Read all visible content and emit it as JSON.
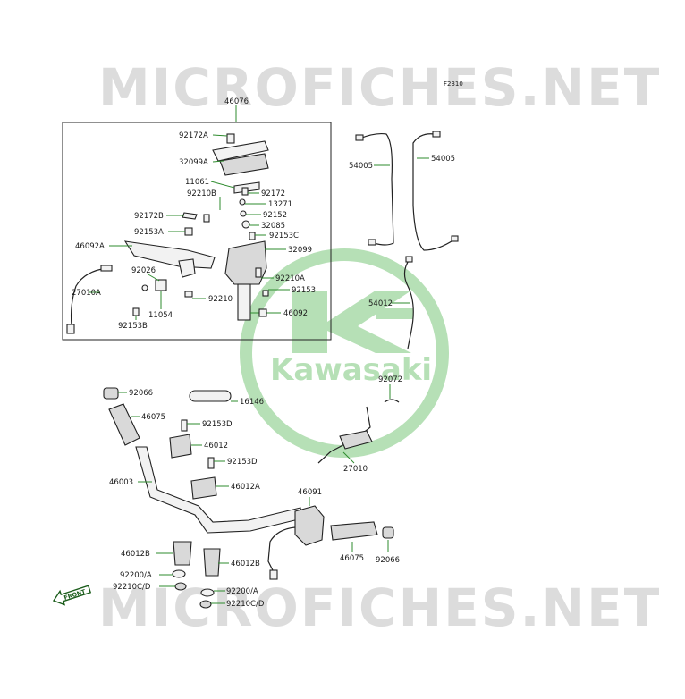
{
  "watermark": {
    "text": "MICROFICHES.NET"
  },
  "figure_code": "F2310",
  "logo": {
    "brand": "Kawasaki",
    "color": "#a8d8a8"
  },
  "front_arrow": "FRONT",
  "colors": {
    "leader": "#2e8b2e",
    "watermark": "#dcdcdc"
  },
  "labels": {
    "l46076": "46076",
    "l92172A": "92172A",
    "l32099A": "32099A",
    "l11061": "11061",
    "l92210B": "92210B",
    "l92172": "92172",
    "l13271": "13271",
    "l92172B": "92172B",
    "l92152": "92152",
    "l32085": "32085",
    "l92153A": "92153A",
    "l92153C": "92153C",
    "l46092A": "46092A",
    "l32099": "32099",
    "l92026": "92026",
    "l92210A": "92210A",
    "l27010A": "27010A",
    "l92153": "92153",
    "l92210": "92210",
    "l11054": "11054",
    "l46092": "46092",
    "l92153B": "92153B",
    "l54005a": "54005",
    "l54005b": "54005",
    "l54012": "54012",
    "l92072": "92072",
    "l92066a": "92066",
    "l16146": "16146",
    "l46075a": "46075",
    "l92153D_1": "92153D",
    "l46012": "46012",
    "l92153D_2": "92153D",
    "l27010": "27010",
    "l46003": "46003",
    "l46012A": "46012A",
    "l46091": "46091",
    "l46012B_l": "46012B",
    "l46012B_r": "46012B",
    "l46075b": "46075",
    "l92066b": "92066",
    "l92200A_l": "92200/A",
    "l92210CD_l": "92210C/D",
    "l92200A_r": "92200/A",
    "l92210CD_r": "92210C/D"
  }
}
